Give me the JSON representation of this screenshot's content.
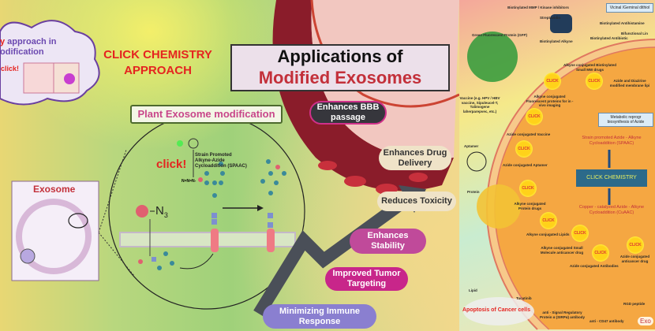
{
  "left_panel": {
    "cloud": {
      "line1_highlight": "y",
      "line1": " approach in",
      "line2": "odification",
      "click": "click!"
    },
    "heading": {
      "line1": "CLICK CHEMISTRY",
      "line2": "APPROACH"
    },
    "title": {
      "line1": "Applications of",
      "line2": "Modified Exosomes"
    },
    "plant_label": "Plant Exosome modification",
    "reaction": {
      "click": "click!",
      "spaac_line1": "Strain Promoted",
      "spaac_line2": "Alkyne-Azide",
      "spaac_line3": "Cycloaddition (SPAAC)",
      "azide_small": "N=N=N-",
      "azide_label": "N",
      "azide_sub": "3",
      "small_azide": "N3"
    },
    "exosome_label": "Exosome",
    "applications": [
      {
        "label": "Enhances BBB passage",
        "color": "#3a3a3f"
      },
      {
        "label": "Enhances Drug Delivery",
        "color": "#efe3c8"
      },
      {
        "label": "Reduces Toxicity",
        "color": "#efe3c8"
      },
      {
        "label": "Enhances Stability",
        "color": "#c04a9a"
      },
      {
        "label": "Improved Tumor Targeting",
        "color": "#c8268a"
      },
      {
        "label": "Minimizing Immune Response",
        "color": "#8a7fd0"
      }
    ],
    "accent_red": "#e52420"
  },
  "right_panel": {
    "labels": {
      "mmp": "Biotinylated MMP / Kinase inhibitors",
      "streptavidin": "Streptavidin",
      "antihistamine": "Biotinylated Antihistamine",
      "antibiotic": "Biotinylated Antibiotic",
      "alkyne": "Biotinylated Alkyne",
      "gfp": "Green Fluorescent Protein (GFP)",
      "small_mw": "Alkyne conjugated Biotinylated Small MW drugs",
      "fluor": "Alkyne conjugated Fluorescent proteins for in - vivo imaging",
      "vaccine": "Vaccine (e.g. HPV / HBV vaccine, Sipuleucel-T, Talimogene laherparepvec, etc.)",
      "azide_vaccine": "Azide conjugated Vaccine",
      "aptamer": "Aptamer",
      "azide_aptamer": "Azide conjugated Aptamer",
      "protein": "Protein",
      "protein_drugs": "Alkyne conjugated Protein drugs",
      "lipids": "Alkyne conjugated Lipids",
      "small_molecule": "Alkyne conjugated Small Molecule anticancer drug",
      "antibodies": "Azide conjugated Antibodies",
      "azide_anticancer": "Azide conjugated anticancer drug",
      "lipid": "Lipid",
      "taxol": "Tucatinib",
      "sirp": "anti - Signal Regulatory Protein α (SIRPα) antibody",
      "cd47": "anti - CD47 antibody",
      "rgd": "RGD peptide",
      "apoptosis": "Apoptosis of Cancer cells",
      "exo": "Exo",
      "vicinal": "Vicinal /Geminal dithiol",
      "bifunctional": "Bifunctional Lin",
      "azide_diazirine": "Azide and Diazirine modified membrane lipi",
      "metabolic": "Metabolic reprogr biosynthesis of Azide",
      "spaac": "Strain promoted Azide - Alkyne Cycloaddition (SPAAC)",
      "click_chemistry": "CLICK CHEMISTRY",
      "cuaac": "Copper - catalyzed Azide - Alkyne Cycloaddition (CuAAC)",
      "click_burst": "CLICK"
    },
    "cell_color": "#f5a742"
  }
}
